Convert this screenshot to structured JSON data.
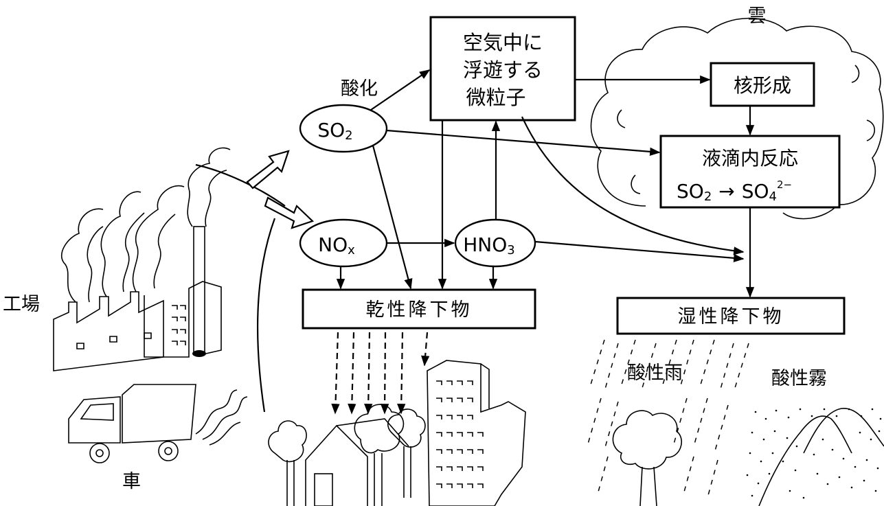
{
  "labels": {
    "cloud": "雲",
    "oxidation": "酸化",
    "particles_l1": "空気中に",
    "particles_l2": "浮遊する",
    "particles_l3": "微粒子",
    "nucleation": "核形成",
    "droplet_l1": "液滴内反応",
    "droplet_l2_a": "SO",
    "droplet_l2_a_sub": "2",
    "droplet_l2_arrow": "→",
    "droplet_l2_b": "SO",
    "droplet_l2_b_sub": "4",
    "droplet_l2_b_sup": "2−",
    "so2": "SO",
    "so2_sub": "2",
    "nox": "NO",
    "nox_sub": "x",
    "hno3": "HNO",
    "hno3_sub": "3",
    "dry_deposition": "乾性降下物",
    "wet_deposition": "湿性降下物",
    "factory": "工場",
    "car": "車",
    "acid_rain": "酸性雨",
    "acid_fog": "酸性霧"
  }
}
